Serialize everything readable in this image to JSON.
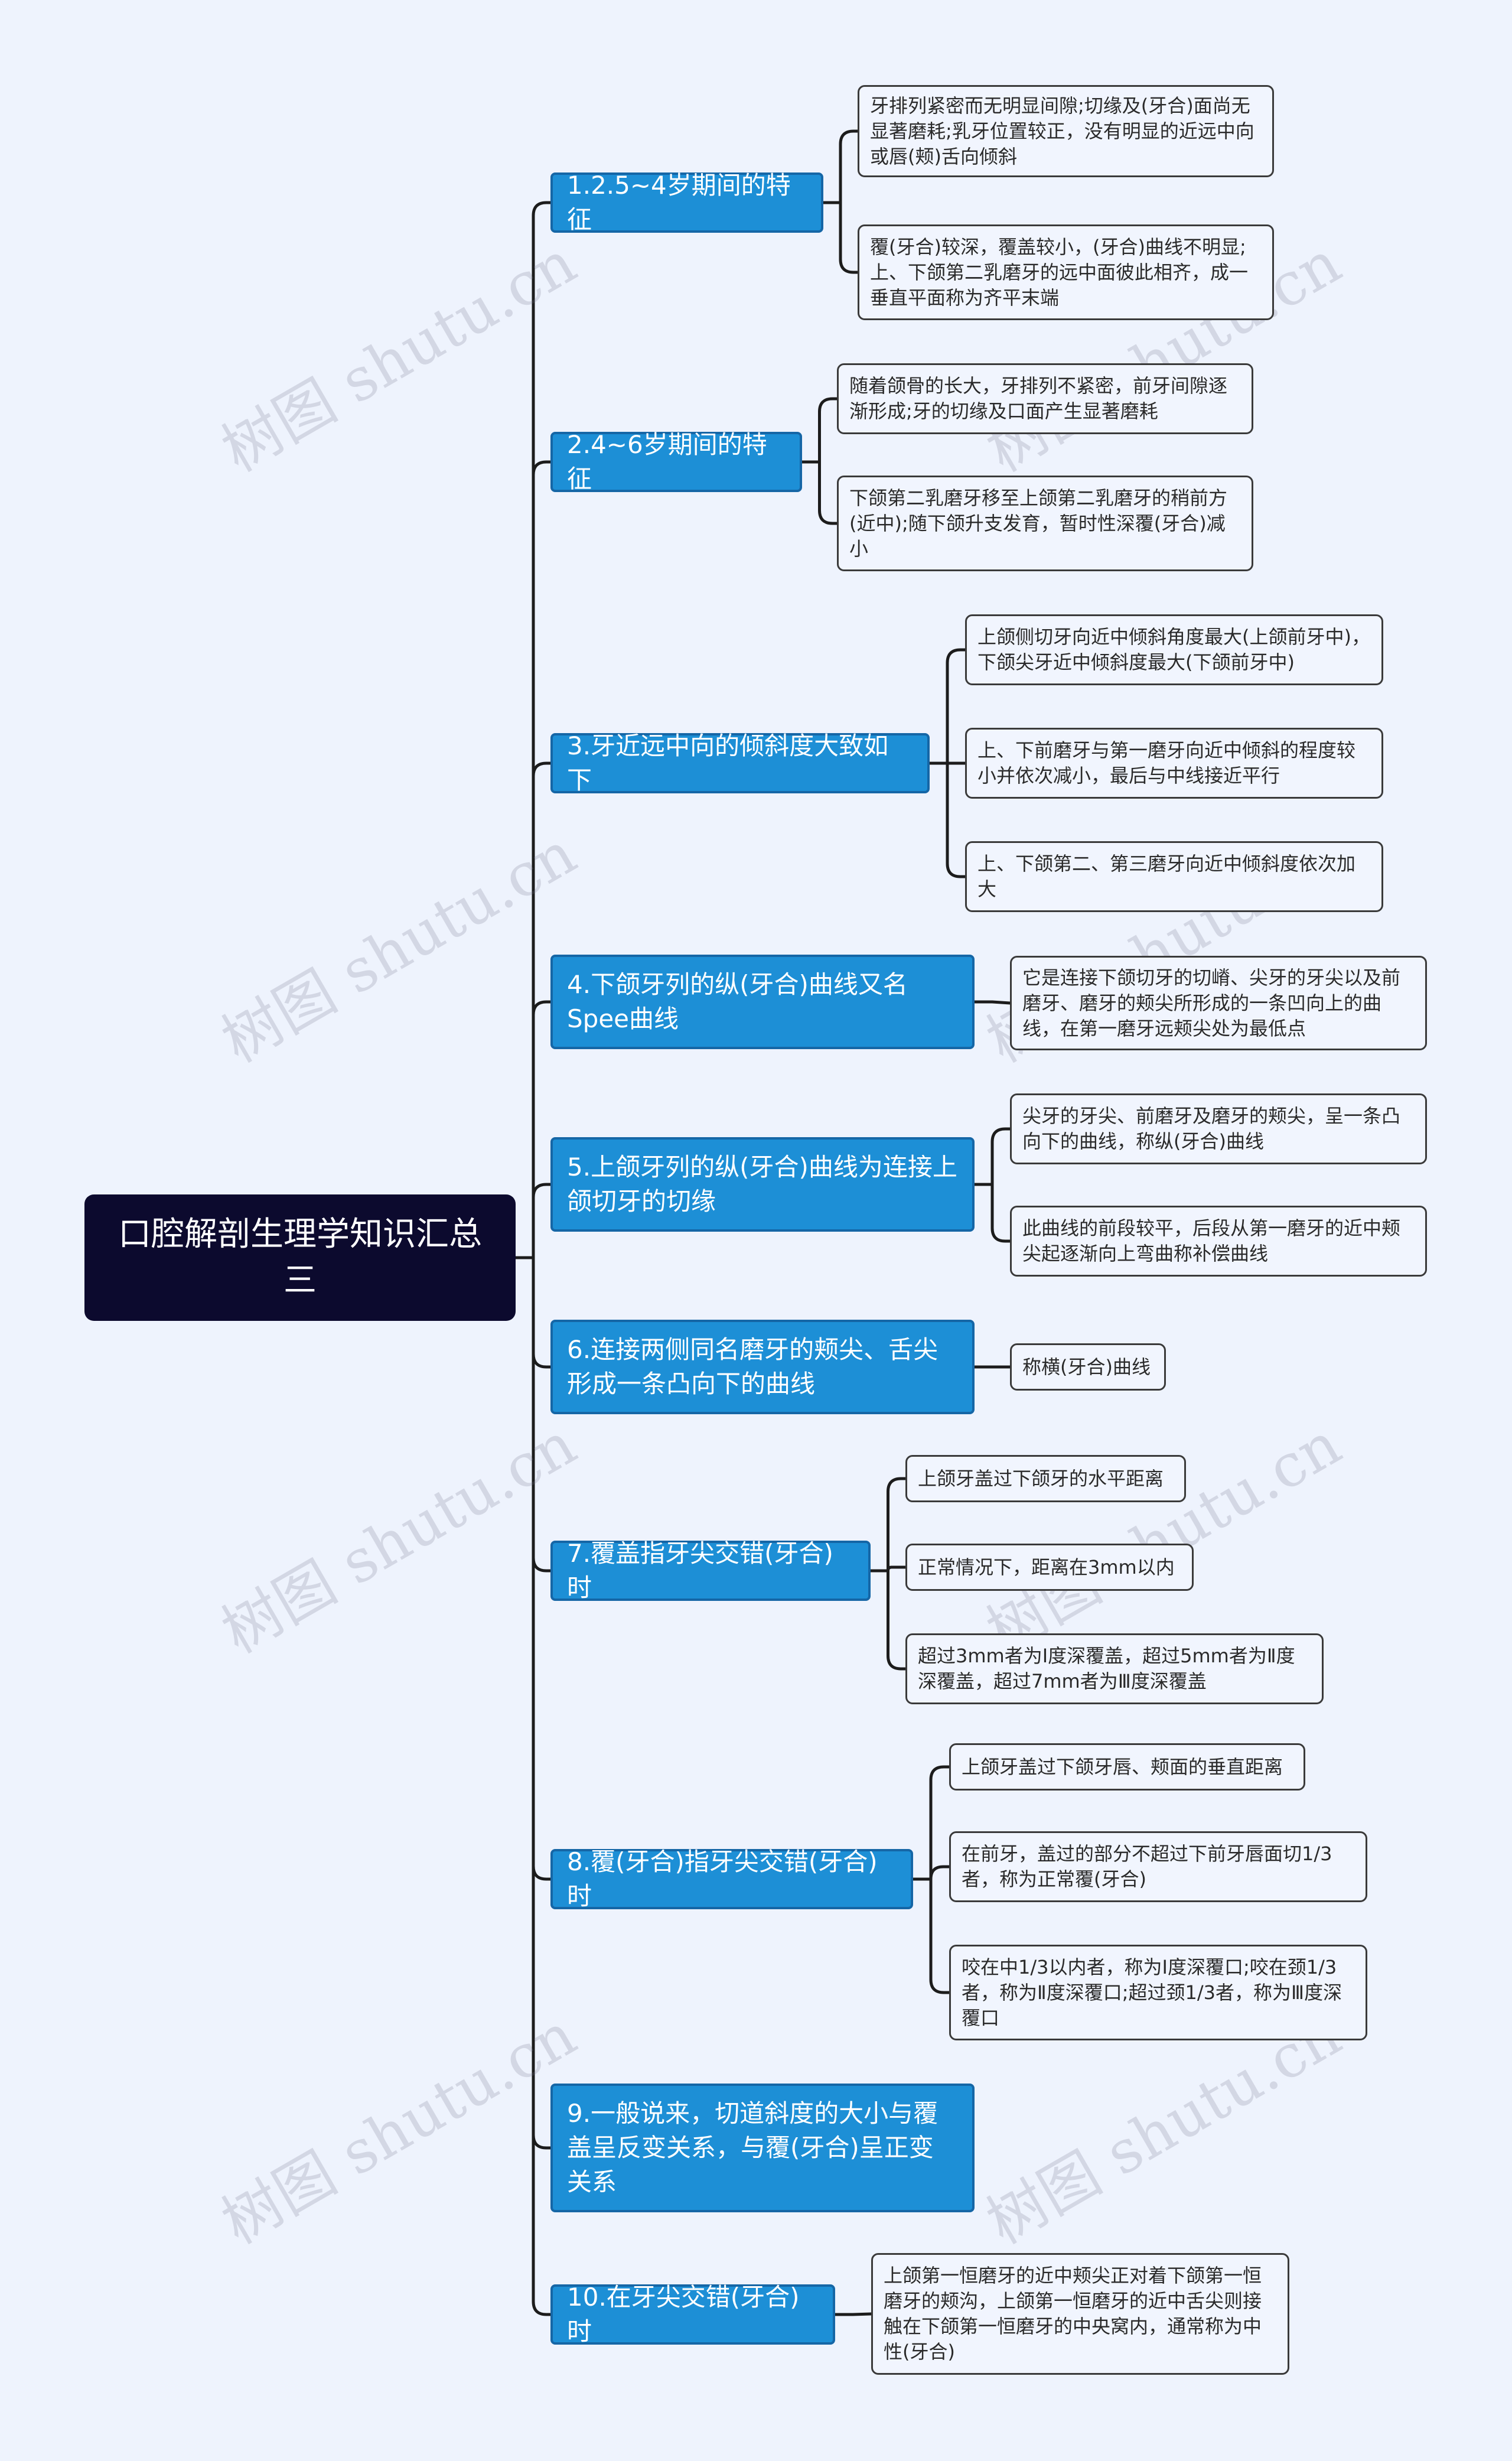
{
  "root": {
    "label": "口腔解剖生理学知识汇总三"
  },
  "branches": [
    {
      "label": "1.2.5~4岁期间的特征",
      "children": [
        "牙排列紧密而无明显间隙;切缘及(牙合)面尚无显著磨耗;乳牙位置较正，没有明显的近远中向或唇(颊)舌向倾斜",
        "覆(牙合)较深，覆盖较小，(牙合)曲线不明显;上、下颌第二乳磨牙的远中面彼此相齐，成一垂直平面称为齐平末端"
      ]
    },
    {
      "label": "2.4~6岁期间的特征",
      "children": [
        "随着颌骨的长大，牙排列不紧密，前牙间隙逐渐形成;牙的切缘及口面产生显著磨耗",
        "下颌第二乳磨牙移至上颌第二乳磨牙的稍前方(近中);随下颌升支发育，暂时性深覆(牙合)减小"
      ]
    },
    {
      "label": "3.牙近远中向的倾斜度大致如下",
      "children": [
        "上颌侧切牙向近中倾斜角度最大(上颌前牙中)，下颌尖牙近中倾斜度最大(下颌前牙中)",
        "上、下前磨牙与第一磨牙向近中倾斜的程度较小并依次减小，最后与中线接近平行",
        "上、下颌第二、第三磨牙向近中倾斜度依次加大"
      ]
    },
    {
      "label": "4.下颌牙列的纵(牙合)曲线又名Spee曲线",
      "children": [
        "它是连接下颌切牙的切嵴、尖牙的牙尖以及前磨牙、磨牙的颊尖所形成的一条凹向上的曲线，在第一磨牙远颊尖处为最低点"
      ]
    },
    {
      "label": "5.上颌牙列的纵(牙合)曲线为连接上颌切牙的切缘",
      "children": [
        "尖牙的牙尖、前磨牙及磨牙的颊尖，呈一条凸向下的曲线，称纵(牙合)曲线",
        "此曲线的前段较平，后段从第一磨牙的近中颊尖起逐渐向上弯曲称补偿曲线"
      ]
    },
    {
      "label": "6.连接两侧同名磨牙的颊尖、舌尖形成一条凸向下的曲线",
      "children": [
        "称横(牙合)曲线"
      ]
    },
    {
      "label": "7.覆盖指牙尖交错(牙合)时",
      "children": [
        "上颌牙盖过下颌牙的水平距离",
        "正常情况下，距离在3mm以内",
        "超过3mm者为Ⅰ度深覆盖，超过5mm者为Ⅱ度深覆盖，超过7mm者为Ⅲ度深覆盖"
      ]
    },
    {
      "label": "8.覆(牙合)指牙尖交错(牙合)时",
      "children": [
        "上颌牙盖过下颌牙唇、颊面的垂直距离",
        "在前牙，盖过的部分不超过下前牙唇面切1/3者，称为正常覆(牙合)",
        "咬在中1/3以内者，称为Ⅰ度深覆口;咬在颈1/3者，称为Ⅱ度深覆口;超过颈1/3者，称为Ⅲ度深覆口"
      ]
    },
    {
      "label": "9.一般说来，切道斜度的大小与覆盖呈反变关系，与覆(牙合)呈正变关系",
      "children": []
    },
    {
      "label": "10.在牙尖交错(牙合)时",
      "children": [
        "上颌第一恒磨牙的近中颊尖正对着下颌第一恒磨牙的颊沟，上颌第一恒磨牙的近中舌尖则接触在下颌第一恒磨牙的中央窝内，通常称为中性(牙合)"
      ]
    }
  ],
  "watermark": "树图 shutu.cn",
  "colors": {
    "background": "#eef3fd",
    "root_fill": "#0c0a2e",
    "branch_fill": "#1d8fd6",
    "branch_border": "#1566a6",
    "leaf_fill": "#f1f5fe",
    "line": "#1c1c1c"
  }
}
